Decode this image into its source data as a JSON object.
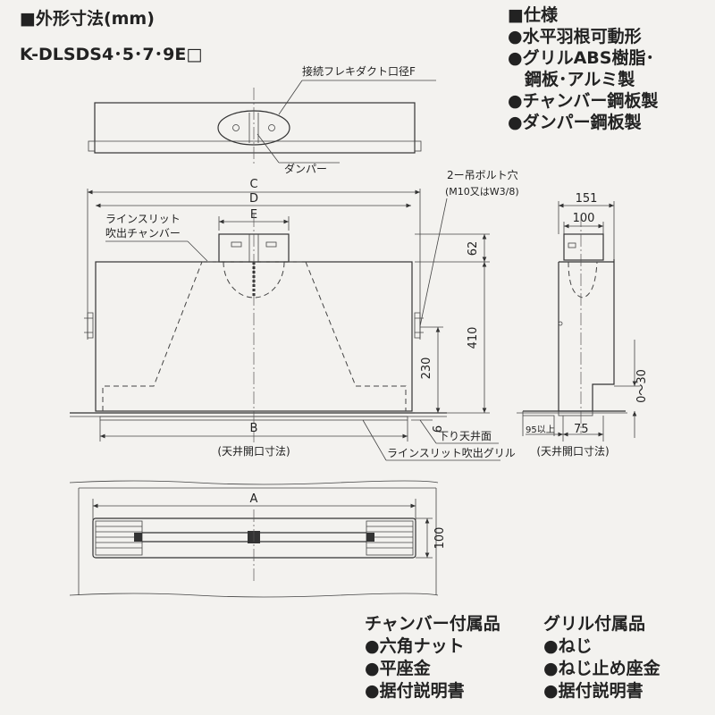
{
  "header": {
    "section_title": "■外形寸法(mm)",
    "model": "K-DLSDS4･5･7･9E□"
  },
  "spec": {
    "title": "■仕様",
    "items": [
      "●水平羽根可動形",
      "●グリルABS樹脂･",
      "　鋼板･アルミ製",
      "●チャンバー鋼板製",
      "●ダンパー鋼板製"
    ]
  },
  "top_view": {
    "duct_label": "接続フレキダクト口径F",
    "damper_label": "ダンパー"
  },
  "front_view": {
    "dim_c": "C",
    "dim_d": "D",
    "dim_e": "E",
    "dim_b": "B",
    "dim_62": "62",
    "dim_410": "410",
    "dim_230": "230",
    "dim_6": "6",
    "bolt_label": "2ー吊ボルト穴",
    "bolt_spec": "(M10又はW3/8)",
    "chamber_label_1": "ラインスリット",
    "chamber_label_2": "吹出チャンバー",
    "ceiling_opening": "(天井開口寸法)",
    "ceiling_surface": "下り天井面",
    "grille_label": "ラインスリット吹出グリル"
  },
  "side_view": {
    "dim_151": "151",
    "dim_100": "100",
    "dim_0_30": "0〜30",
    "dim_95": "95以上",
    "dim_75": "75",
    "ceiling_opening": "(天井開口寸法)"
  },
  "bottom_view": {
    "dim_a": "A",
    "dim_100": "100"
  },
  "accessories": {
    "chamber_title": "チャンバー付属品",
    "chamber_items": [
      "●六角ナット",
      "●平座金",
      "●据付説明書"
    ],
    "grille_title": "グリル付属品",
    "grille_items": [
      "●ねじ",
      "●ねじ止め座金",
      "●据付説明書"
    ]
  }
}
